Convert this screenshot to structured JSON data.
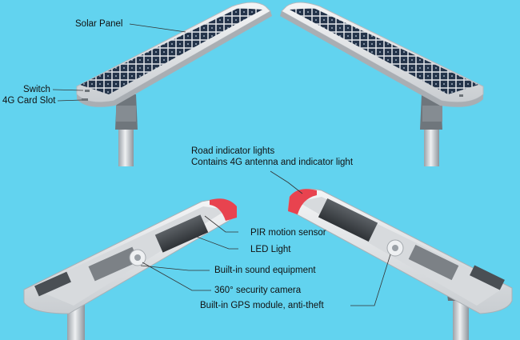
{
  "labels": {
    "solar_panel": "Solar Panel",
    "switch": "Switch",
    "card_slot": "4G Card Slot",
    "road_indicator_line1": "Road indicator lights",
    "road_indicator_line2": "Contains 4G antenna and indicator light",
    "pir_sensor": "PIR motion sensor",
    "led_light": "LED Light",
    "sound_equipment": "Built-in sound equipment",
    "security_camera": "360° security camera",
    "gps_module": "Built-in GPS module, anti-theft"
  },
  "colors": {
    "background": "#62d3ef",
    "panel_cell": "#2b3d55",
    "housing": "#e4e6e8",
    "indicator_red": "#e8434f",
    "pole": "#c8ccd0"
  }
}
